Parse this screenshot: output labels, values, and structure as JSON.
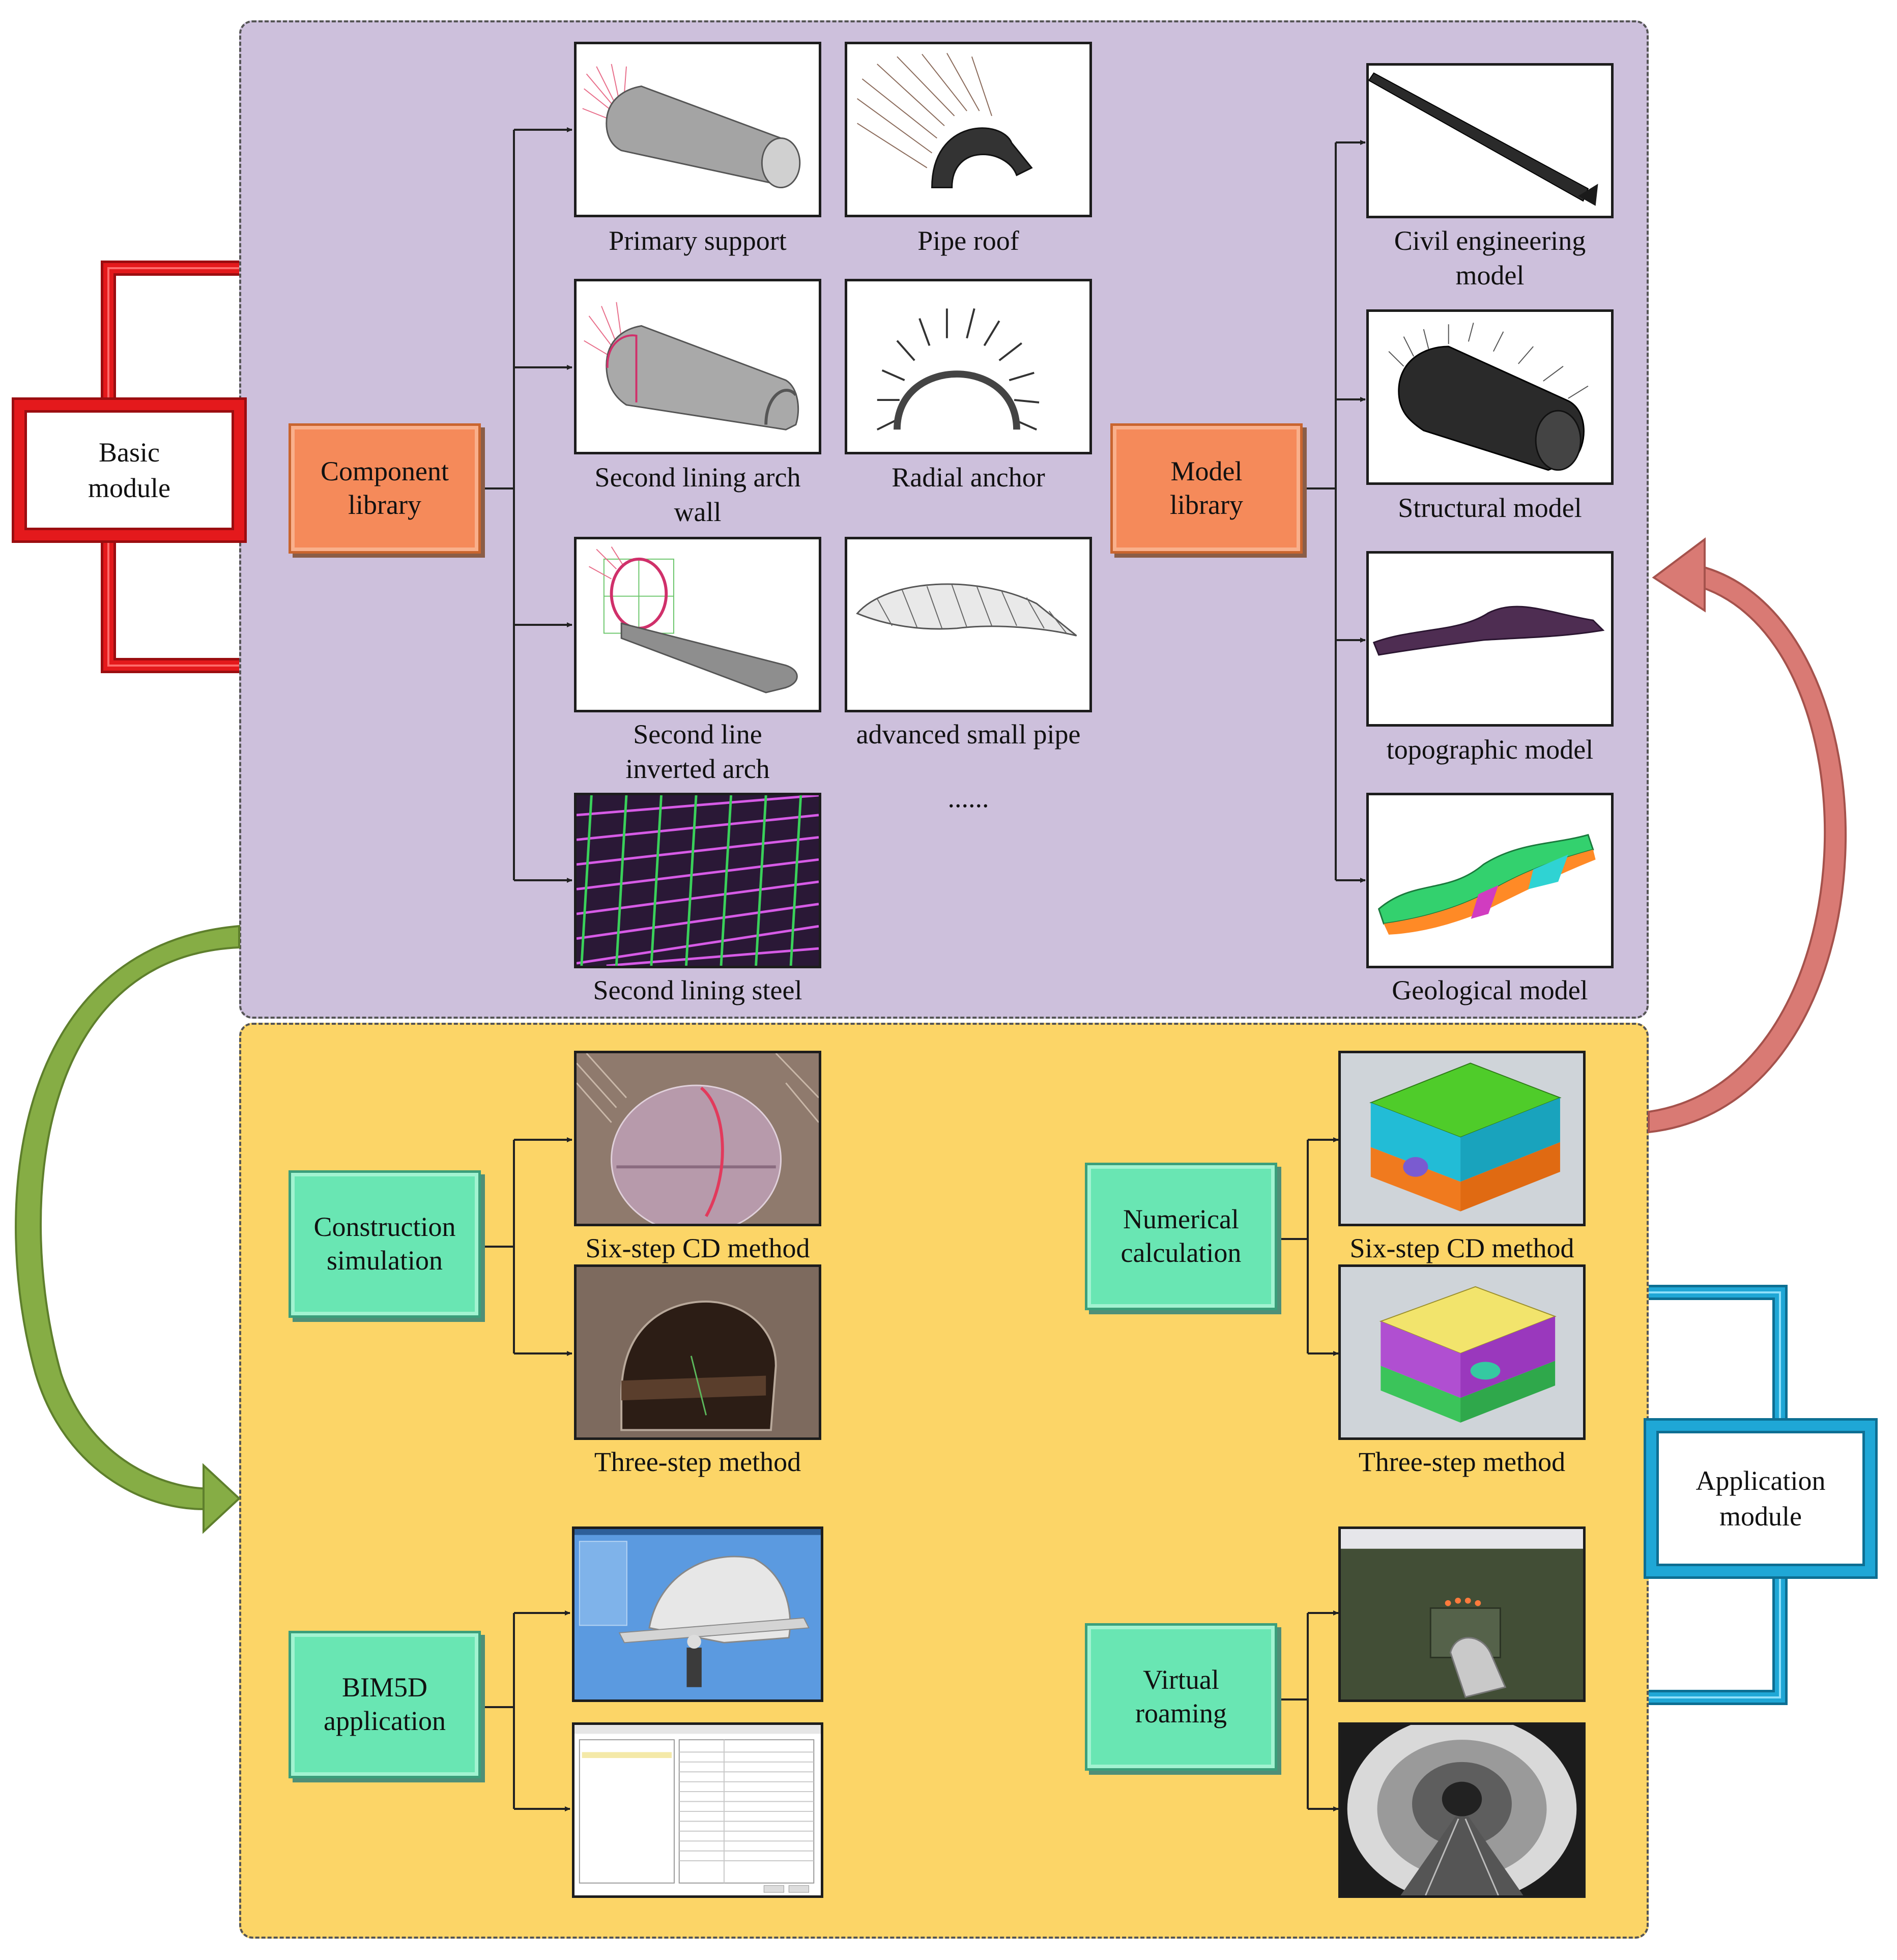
{
  "basic_module": {
    "label_line1": "Basic",
    "label_line2": "module"
  },
  "application_module": {
    "label_line1": "Application",
    "label_line2": "module"
  },
  "component_library": {
    "label_line1": "Component",
    "label_line2": "library",
    "items": [
      {
        "caption_line1": "Primary support",
        "caption_line2": ""
      },
      {
        "caption_line1": "Pipe roof",
        "caption_line2": ""
      },
      {
        "caption_line1": "Second lining arch",
        "caption_line2": "wall"
      },
      {
        "caption_line1": "Radial anchor",
        "caption_line2": ""
      },
      {
        "caption_line1": "Second line",
        "caption_line2": "inverted arch"
      },
      {
        "caption_line1": "advanced small pipe",
        "caption_line2": ""
      },
      {
        "caption_line1": "Second lining steel",
        "caption_line2": ""
      }
    ],
    "ellipsis": "......"
  },
  "model_library": {
    "label_line1": "Model",
    "label_line2": "library",
    "items": [
      {
        "caption_line1": "Civil engineering",
        "caption_line2": "model"
      },
      {
        "caption_line1": "Structural model",
        "caption_line2": ""
      },
      {
        "caption_line1": "topographic model",
        "caption_line2": ""
      },
      {
        "caption_line1": "Geological model",
        "caption_line2": ""
      }
    ]
  },
  "construction_simulation": {
    "label_line1": "Construction",
    "label_line2": "simulation",
    "items": [
      {
        "caption": "Six-step CD method"
      },
      {
        "caption": "Three-step method"
      }
    ]
  },
  "numerical_calculation": {
    "label_line1": "Numerical",
    "label_line2": "calculation",
    "items": [
      {
        "caption": "Six-step CD method"
      },
      {
        "caption": "Three-step method"
      }
    ]
  },
  "bim5d_application": {
    "label_line1": "BIM5D",
    "label_line2": "application"
  },
  "virtual_roaming": {
    "label_line1": "Virtual",
    "label_line2": "roaming"
  },
  "colors": {
    "basic_panel": "#cdc0dc",
    "application_panel": "#fcd567",
    "library_box": "#f58a5a",
    "application_box": "#69e6b3",
    "basic_bracket": "#e4191c",
    "application_bracket": "#1fa7d6",
    "arrow_green": "#86ad45",
    "arrow_red": "#d97a74"
  }
}
